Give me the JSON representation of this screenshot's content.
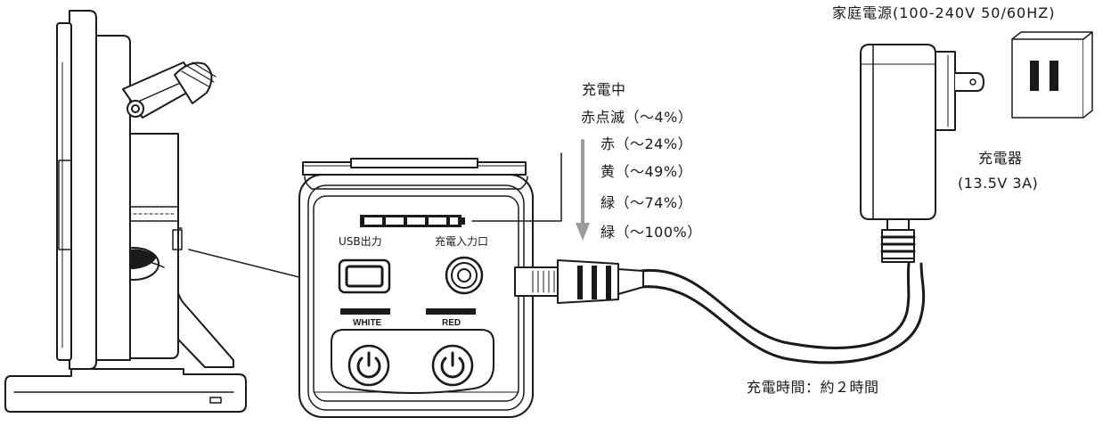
{
  "power_source": "家庭電源(100-240V 50/60HZ)",
  "charger": {
    "name": "充電器",
    "spec": "(13.5V 3A)"
  },
  "charge_time": "充電時間：約２時間",
  "status": {
    "title": "充電中",
    "levels": [
      "赤点滅（～4%）",
      "赤（～24%）",
      "黄（～49%）",
      "緑（～74%）",
      "緑（～100%）"
    ]
  },
  "panel": {
    "usb_label": "USB出力",
    "dc_label": "充電入力口",
    "white_label": "WHITE",
    "red_label": "RED"
  },
  "colors": {
    "stroke": "#1a1a1a",
    "arrow": "#9a9a9a",
    "background": "#ffffff"
  }
}
